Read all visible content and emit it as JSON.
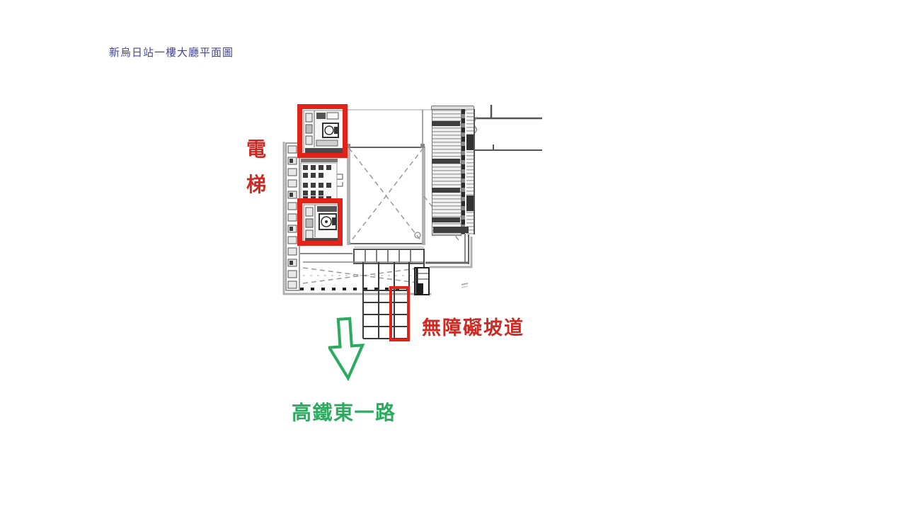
{
  "slide": {
    "title": "新烏日站一樓大廳平面圖"
  },
  "annotations": {
    "elevator_char_1": "電",
    "elevator_char_2": "梯",
    "elevator_label": "電梯",
    "ramp_label": "無障礙坡道",
    "road_label": "高鐵東一路"
  },
  "colors": {
    "page-bg": "#ffffff",
    "title-blue": "#45459a",
    "label-red": "#cb2b24",
    "box-red": "#e2231a",
    "arrow-green": "#2cab60",
    "plan-gray": "#8c8c8c",
    "plan-dark": "#333333"
  },
  "floor_plan": {
    "subject": "station lobby floor plan",
    "highlights": [
      {
        "name": "elevator-upper-highlight"
      },
      {
        "name": "elevator-lower-highlight"
      },
      {
        "name": "accessible-ramp-highlight"
      }
    ]
  }
}
